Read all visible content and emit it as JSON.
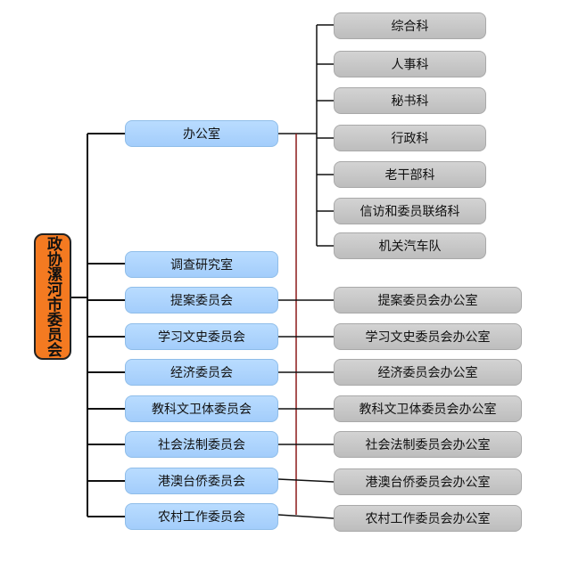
{
  "root": {
    "label": "政协漯河市委员会"
  },
  "departments": [
    "办公室",
    "调查研究室",
    "提案委员会",
    "学习文史委员会",
    "经济委员会",
    "教科文卫体委员会",
    "社会法制委员会",
    "港澳台侨委员会",
    "农村工作委员会"
  ],
  "office_subunits": [
    "综合科",
    "人事科",
    "秘书科",
    "行政科",
    "老干部科",
    "信访和委员联络科",
    "机关汽车队"
  ],
  "committee_offices": [
    "提案委员会办公室",
    "学习文史委员会办公室",
    "经济委员会办公室",
    "教科文卫体委员会办公室",
    "社会法制委员会办公室",
    "港澳台侨委员会办公室",
    "农村工作委员会办公室"
  ],
  "colors": {
    "root_fill": "#f47a21",
    "department_fill": "#aed4fd",
    "subunit_fill": "#c8c8c8",
    "connector": "#111111",
    "accent_connector": "#8b1a1a"
  }
}
